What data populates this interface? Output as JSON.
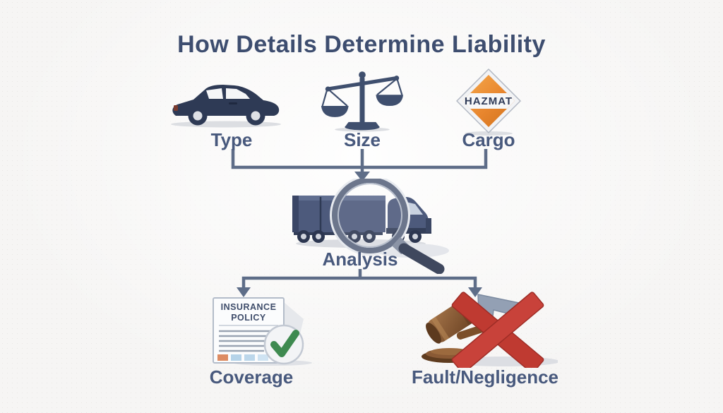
{
  "title": "How Details Determine Liability",
  "colors": {
    "background": "#f6f5f4",
    "title_text": "#3d4d6f",
    "label_text": "#48597d",
    "connector": "#5e6d88",
    "icon_navy": "#2e3a55",
    "truck_slate": "#4d5a7c",
    "hazmat_orange": "#e8862e",
    "check_green": "#3e8a50",
    "x_red": "#c03a31",
    "gavel_brown": "#8a5a35"
  },
  "diagram": {
    "factors": [
      {
        "id": "type",
        "label": "Type",
        "icon": "car-icon"
      },
      {
        "id": "size",
        "label": "Size",
        "icon": "scales-icon"
      },
      {
        "id": "cargo",
        "label": "Cargo",
        "icon": "hazmat-sign-icon",
        "sign_text": "HAZMAT"
      }
    ],
    "analysis": {
      "label": "Analysis",
      "icon": "truck-magnifier-icon"
    },
    "outcomes": [
      {
        "id": "coverage",
        "label": "Coverage",
        "icon": "insurance-policy-check-icon",
        "document_line1": "INSURANCE",
        "document_line2": "POLICY"
      },
      {
        "id": "fault",
        "label": "Fault/Negligence",
        "icon": "gavel-x-icon"
      }
    ]
  }
}
